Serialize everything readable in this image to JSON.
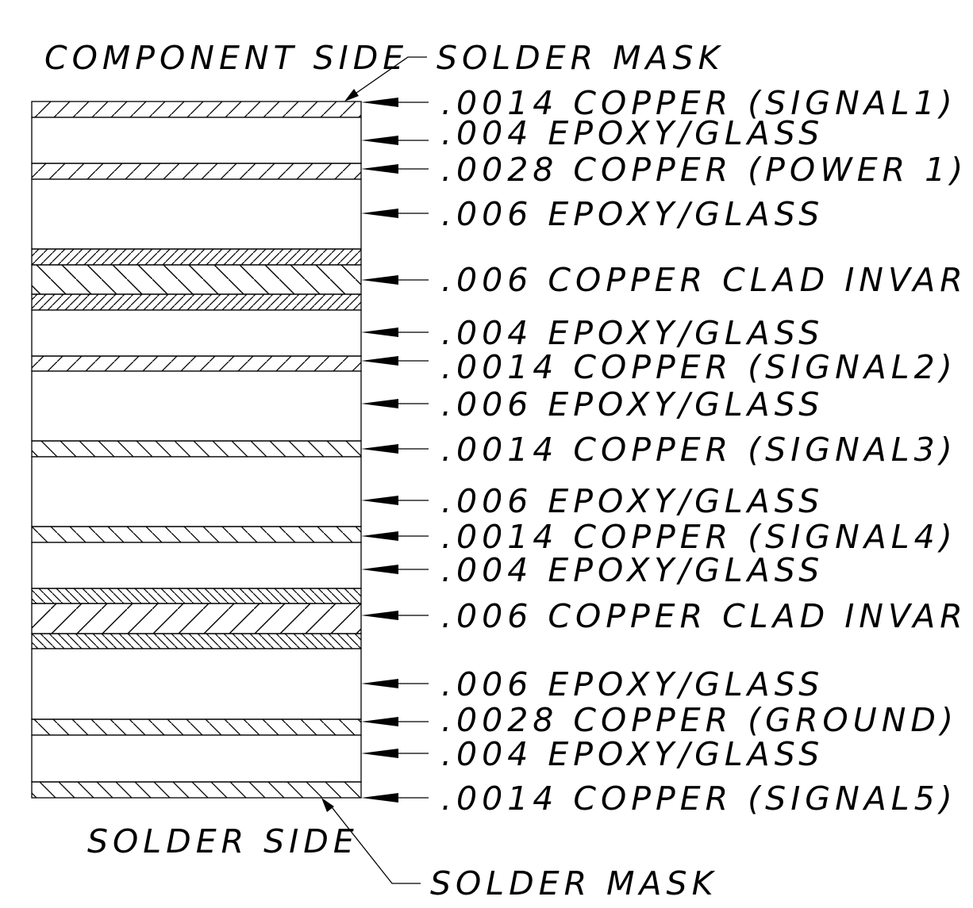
{
  "title": "",
  "top_labels": {
    "component_side": "COMPONENT SIDE",
    "solder_mask": "SOLDER MASK"
  },
  "bottom_labels": {
    "solder_side": "SOLDER SIDE",
    "solder_mask": "SOLDER MASK"
  },
  "layers": [
    {
      "id": "signal1",
      "kind": "copper",
      "label": ".0014 COPPER (SIGNAL1)"
    },
    {
      "id": "epoxy-1",
      "kind": "epoxy",
      "label": ".004 EPOXY/GLASS"
    },
    {
      "id": "power1",
      "kind": "copper",
      "label": ".0028 COPPER (POWER 1)"
    },
    {
      "id": "epoxy-2",
      "kind": "epoxy",
      "label": ".006 EPOXY/GLASS"
    },
    {
      "id": "invar-1",
      "kind": "invar",
      "label": ".006 COPPER CLAD INVAR"
    },
    {
      "id": "epoxy-3",
      "kind": "epoxy",
      "label": ".004 EPOXY/GLASS"
    },
    {
      "id": "signal2",
      "kind": "copper",
      "label": ".0014 COPPER (SIGNAL2)"
    },
    {
      "id": "epoxy-4",
      "kind": "epoxy",
      "label": ".006 EPOXY/GLASS"
    },
    {
      "id": "signal3",
      "kind": "copper",
      "label": ".0014 COPPER (SIGNAL3)"
    },
    {
      "id": "epoxy-5",
      "kind": "epoxy",
      "label": ".006 EPOXY/GLASS"
    },
    {
      "id": "signal4",
      "kind": "copper",
      "label": ".0014 COPPER (SIGNAL4)"
    },
    {
      "id": "epoxy-6",
      "kind": "epoxy",
      "label": ".004 EPOXY/GLASS"
    },
    {
      "id": "invar-2",
      "kind": "invar",
      "label": ".006 COPPER CLAD INVAR"
    },
    {
      "id": "epoxy-7",
      "kind": "epoxy",
      "label": ".006 EPOXY/GLASS"
    },
    {
      "id": "ground",
      "kind": "copper",
      "label": ".0028 COPPER (GROUND)"
    },
    {
      "id": "epoxy-8",
      "kind": "epoxy",
      "label": ".004 EPOXY/GLASS"
    },
    {
      "id": "signal5",
      "kind": "copper",
      "label": ".0014 COPPER (SIGNAL5)"
    }
  ]
}
